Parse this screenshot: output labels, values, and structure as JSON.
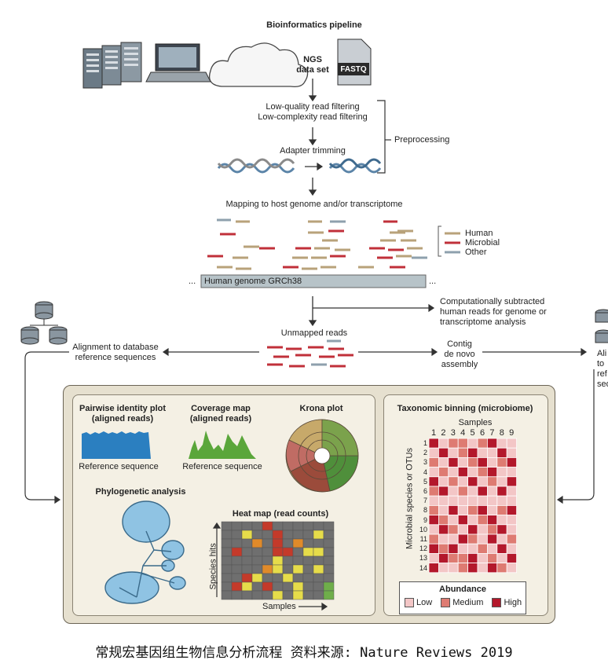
{
  "header": {
    "title": "Bioinformatics pipeline"
  },
  "top": {
    "ngs_label": "NGS\ndata set",
    "fastq_label": "FASTQ",
    "filter1": "Low-quality read filtering",
    "filter2": "Low-complexity read filtering",
    "adapter": "Adapter trimming",
    "preprocessing": "Preprocessing",
    "mapping": "Mapping to host genome and/or transcriptome",
    "legend": [
      {
        "label": "Human",
        "color": "#b8a27a"
      },
      {
        "label": "Microbial",
        "color": "#c0303a"
      },
      {
        "label": "Other",
        "color": "#8ea0ad"
      }
    ],
    "genome_label": "Human genome GRCh38",
    "ellipsis": "...",
    "subtracted": "Computationally subtracted\nhuman reads for genome or\ntranscriptome analysis",
    "unmapped": "Unmapped reads",
    "alignment_left": "Alignment to database\nreference sequences",
    "contig": "Contig\nde novo\nassembly",
    "alignment_right": "Ali\nto\nref\nseq"
  },
  "analysis": {
    "pairwise_title": "Pairwise identity plot\n(aligned reads)",
    "pairwise_ref": "Reference sequence",
    "coverage_title": "Coverage map\n(aligned reads)",
    "coverage_ref": "Reference sequence",
    "krona_title": "Krona plot",
    "phylo_title": "Phylogenetic analysis",
    "heatmap_title": "Heat map (read counts)",
    "heatmap_ylabel": "Species hits",
    "heatmap_xlabel": "Samples",
    "heatmap_colors": {
      "grey": "#6f6f6f",
      "red": "#c43a2a",
      "orange": "#e08a2a",
      "yellow": "#e6dc4a",
      "green": "#6fae4a"
    }
  },
  "taxonomic": {
    "title": "Taxonomic binning (microbiome)",
    "samples_label": "Samples",
    "sample_numbers": [
      "1",
      "2",
      "3",
      "4",
      "5",
      "6",
      "7",
      "8",
      "9"
    ],
    "row_numbers": [
      "1",
      "2",
      "3",
      "4",
      "5",
      "6",
      "7",
      "8",
      "9",
      "10",
      "11",
      "12",
      "13",
      "14"
    ],
    "ylabel": "Microbial species or OTUs",
    "legend_title": "Abundance",
    "legend": [
      {
        "label": "Low",
        "color": "#f3c6c6"
      },
      {
        "label": "Medium",
        "color": "#de7b72"
      },
      {
        "label": "High",
        "color": "#b3182b"
      }
    ]
  },
  "caption": "常规宏基因组生物信息分析流程 资料来源: Nature Reviews 2019"
}
